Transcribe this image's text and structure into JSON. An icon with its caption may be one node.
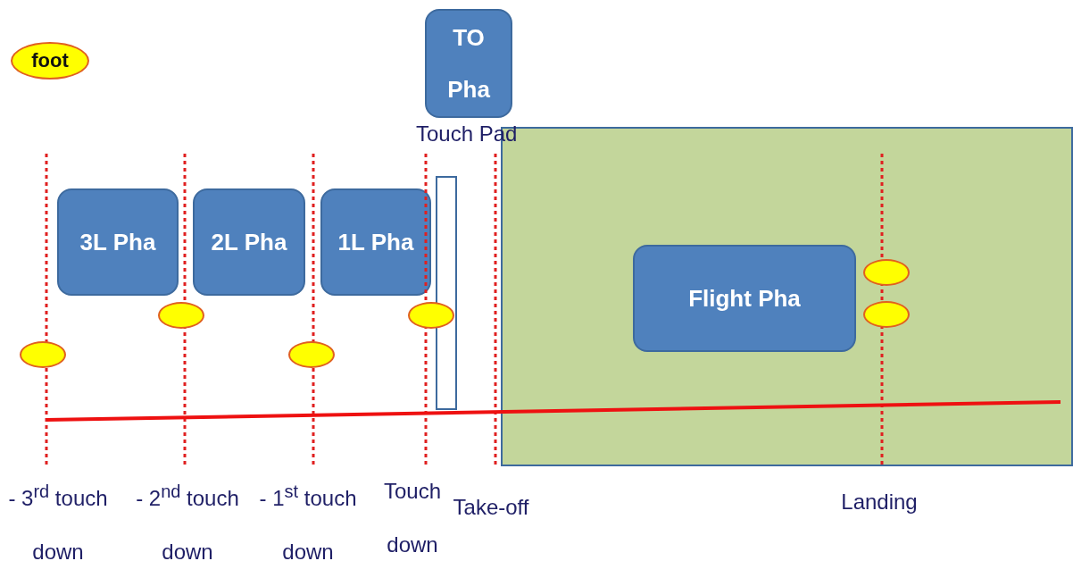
{
  "diagram": {
    "nodes": [
      {
        "text": [
          "TO Pha"
        ]
      },
      {
        "text": [
          "Touch Pad"
        ]
      },
      {
        "text": [],
        "shape": "box"
      },
      {
        "text": [
          "3L Pha"
        ]
      },
      {
        "text": [
          "2L Pha"
        ]
      },
      {
        "text": [
          "1L Pha"
        ]
      },
      {
        "text": [
          "Flight Pha"
        ],
        "in": 2
      }
    ],
    "edges": [],
    "labels": [
      "- 3$^{rd}$ touch down",
      "- 2$^{nd}$ touch down",
      "- 1$^{st}$ touch down",
      "Touch down",
      "Take-off",
      "Landing"
    ],
    "legend": [
      {
        "text": "foot"
      }
    ]
  }
}
